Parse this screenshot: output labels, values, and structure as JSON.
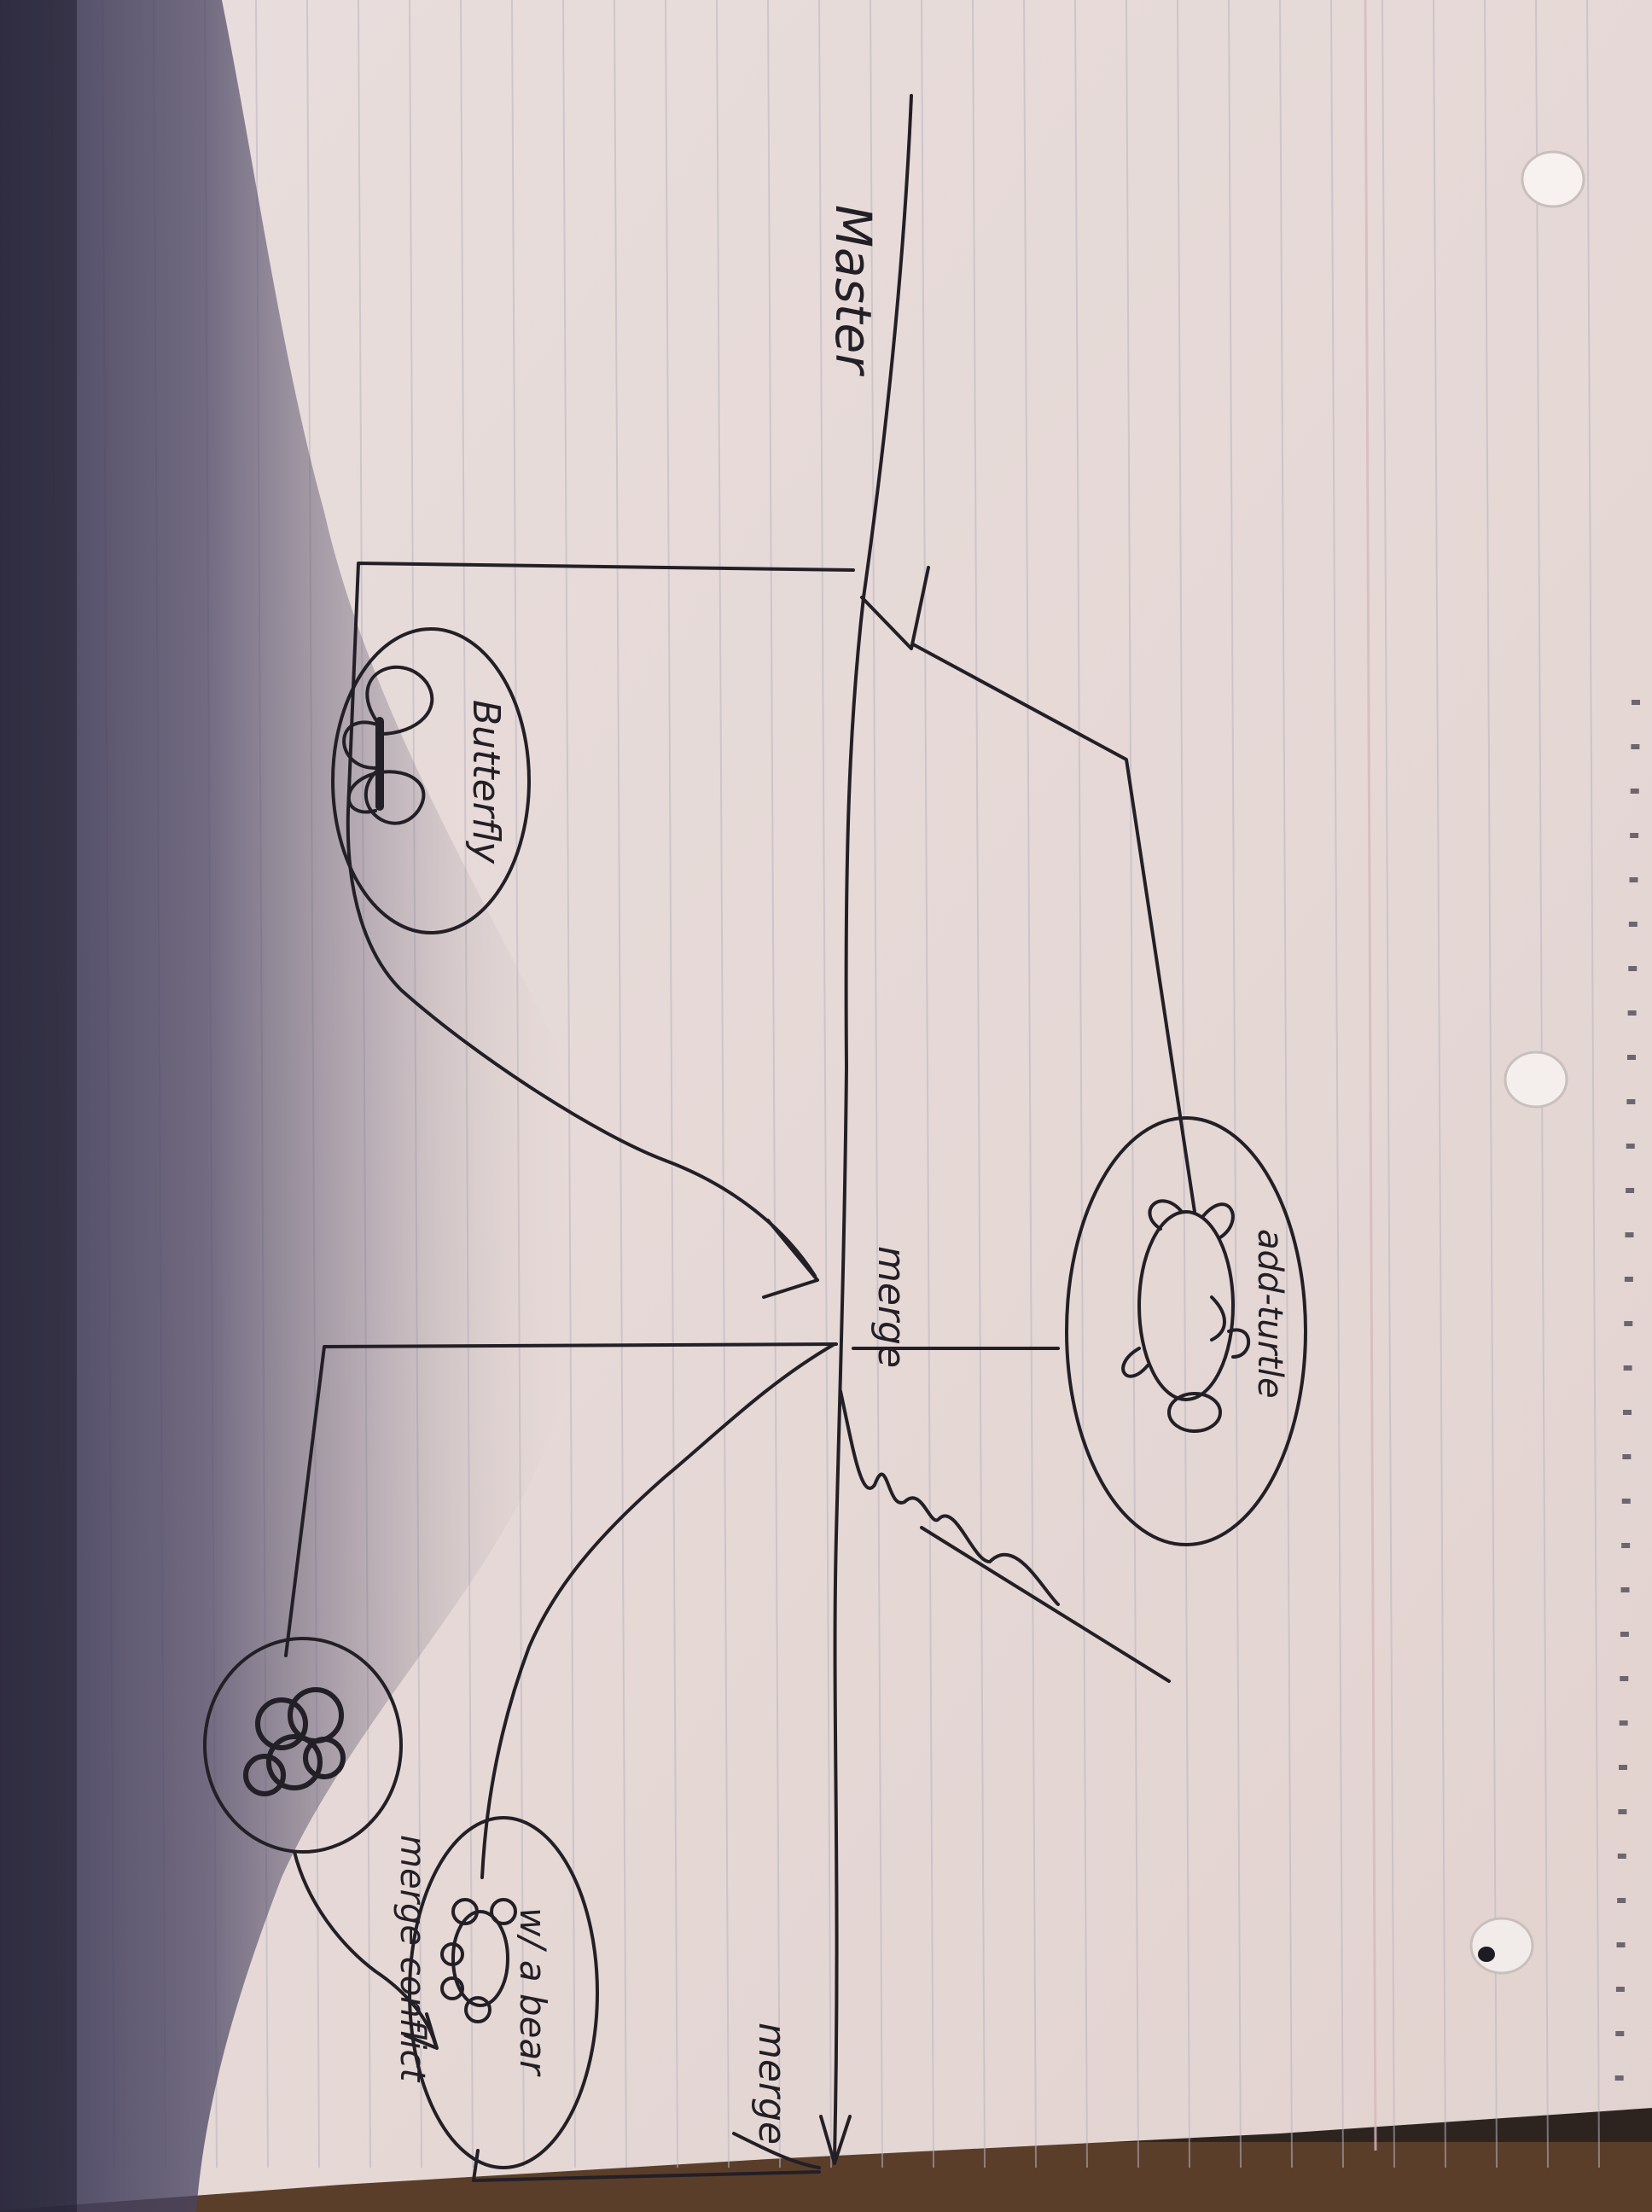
{
  "photo": {
    "subject": "hand-drawn-branching-diagram-on-notebook-paper",
    "rotation_deg": 90,
    "colors": {
      "paper": "#e6d8d6",
      "shadow": "#3e3a55",
      "ink": "#231f26",
      "rule_line": "#b9b4c4",
      "margin_line": "#d7b9bd",
      "table": "#5a3e2a"
    }
  },
  "labels": {
    "master": "Master",
    "butterfly": "Butterfly",
    "turtle": "add-turtle",
    "merge_top": "merge",
    "merge_bottom": "merge",
    "bear": "w/ a bear",
    "merge_conflict": "merge conflict"
  }
}
